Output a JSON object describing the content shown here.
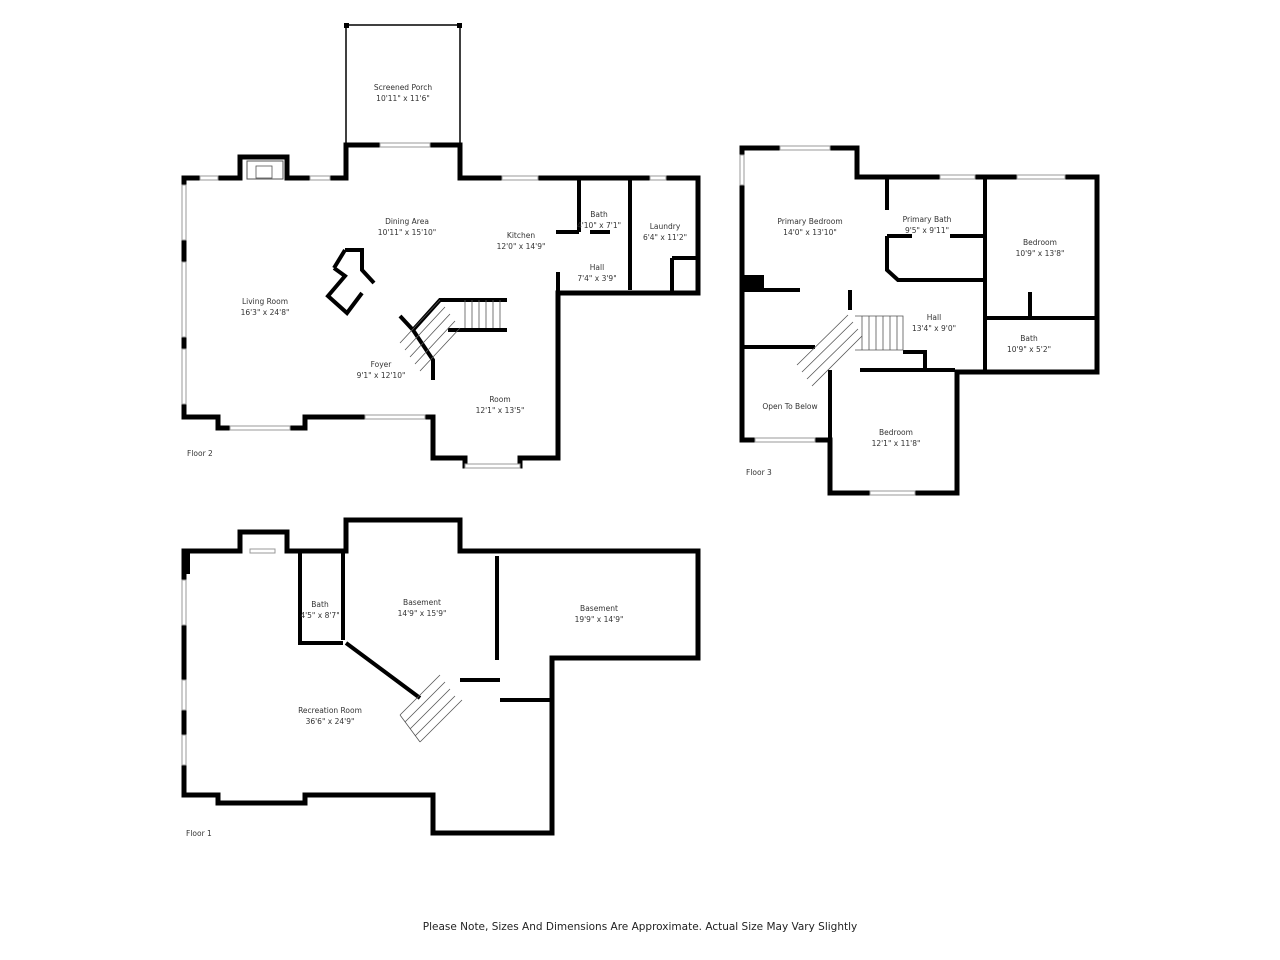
{
  "floors": [
    {
      "name": "Floor 2",
      "rooms": [
        {
          "name": "Screened Porch",
          "size": "10'11\" x 11'6\""
        },
        {
          "name": "Dining Area",
          "size": "10'11\" x 15'10\""
        },
        {
          "name": "Kitchen",
          "size": "12'0\" x 14'9\""
        },
        {
          "name": "Bath",
          "size": "4'10\" x 7'1\""
        },
        {
          "name": "Laundry",
          "size": "6'4\" x 11'2\""
        },
        {
          "name": "Hall",
          "size": "7'4\" x 3'9\""
        },
        {
          "name": "Living Room",
          "size": "16'3\" x 24'8\""
        },
        {
          "name": "Foyer",
          "size": "9'1\" x 12'10\""
        },
        {
          "name": "Room",
          "size": "12'1\" x 13'5\""
        }
      ]
    },
    {
      "name": "Floor 3",
      "rooms": [
        {
          "name": "Primary Bedroom",
          "size": "14'0\" x 13'10\""
        },
        {
          "name": "Primary Bath",
          "size": "9'5\" x 9'11\""
        },
        {
          "name": "Bedroom",
          "size": "10'9\" x 13'8\""
        },
        {
          "name": "Hall",
          "size": "13'4\" x 9'0\""
        },
        {
          "name": "Bath",
          "size": "10'9\" x 5'2\""
        },
        {
          "name": "Open To Below",
          "size": ""
        },
        {
          "name": "Bedroom",
          "size": "12'1\" x 11'8\""
        }
      ]
    },
    {
      "name": "Floor 1",
      "rooms": [
        {
          "name": "Bath",
          "size": "4'5\" x 8'7\""
        },
        {
          "name": "Basement",
          "size": "14'9\" x 15'9\""
        },
        {
          "name": "Basement",
          "size": "19'9\" x 14'9\""
        },
        {
          "name": "Recreation Room",
          "size": "36'6\" x 24'9\""
        }
      ]
    }
  ],
  "footer_note": "Please Note, Sizes And Dimensions Are Approximate. Actual Size May Vary Slightly"
}
